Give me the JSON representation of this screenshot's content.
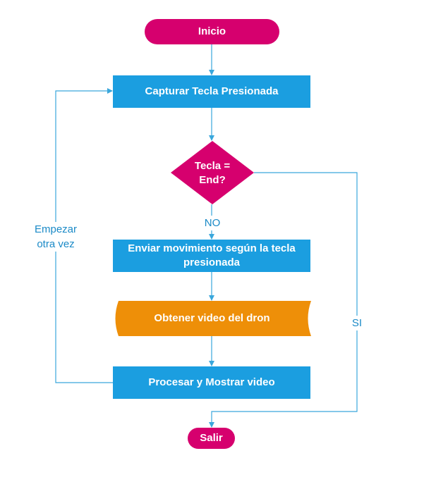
{
  "flowchart": {
    "nodes": {
      "inicio": "Inicio",
      "capturar": "Capturar Tecla Presionada",
      "decision": "Tecla = End?",
      "enviar": "Enviar movimiento según la tecla presionada",
      "obtener": "Obtener video del dron",
      "procesar": "Procesar y Mostrar video",
      "salir": "Salir"
    },
    "edge_labels": {
      "no": "NO",
      "si": "SI",
      "loop": "Empezar otra vez"
    }
  },
  "colors": {
    "terminal": "#d6006e",
    "process": "#1b9ee0",
    "data": "#ee8f08",
    "connector": "#3aa7dc",
    "label": "#1b8ac7"
  }
}
